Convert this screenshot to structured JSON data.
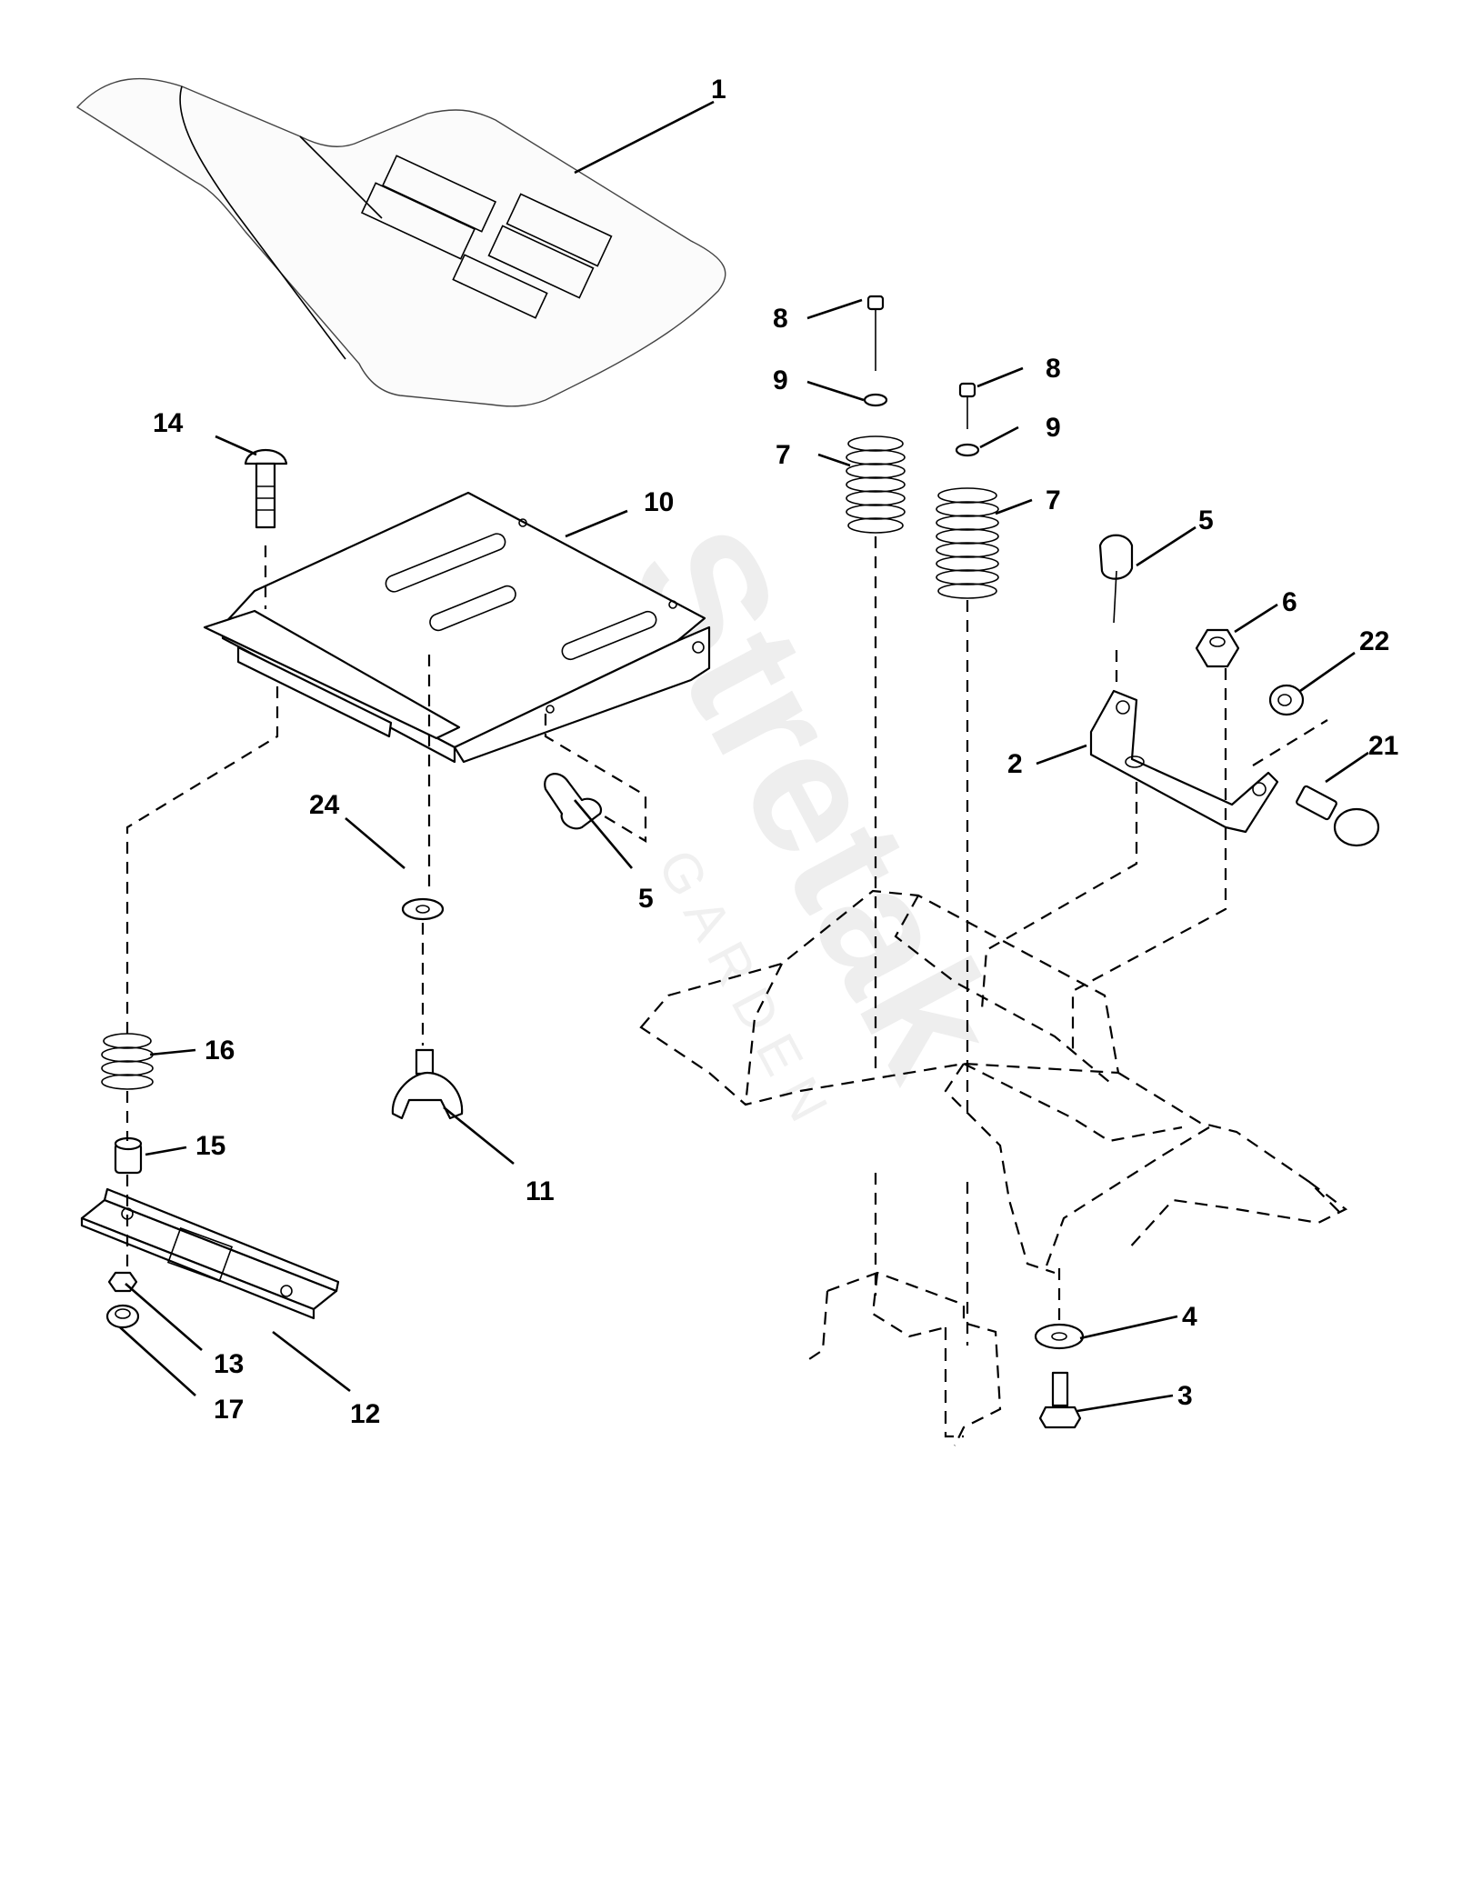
{
  "watermark": {
    "brand": "Stretak",
    "sub": "GARDEN"
  },
  "callouts": [
    {
      "id": "c1",
      "label": "1"
    },
    {
      "id": "c2",
      "label": "2"
    },
    {
      "id": "c3",
      "label": "3"
    },
    {
      "id": "c4",
      "label": "4"
    },
    {
      "id": "c5a",
      "label": "5"
    },
    {
      "id": "c5b",
      "label": "5"
    },
    {
      "id": "c6",
      "label": "6"
    },
    {
      "id": "c7a",
      "label": "7"
    },
    {
      "id": "c7b",
      "label": "7"
    },
    {
      "id": "c8a",
      "label": "8"
    },
    {
      "id": "c8b",
      "label": "8"
    },
    {
      "id": "c9a",
      "label": "9"
    },
    {
      "id": "c9b",
      "label": "9"
    },
    {
      "id": "c10",
      "label": "10"
    },
    {
      "id": "c11",
      "label": "11"
    },
    {
      "id": "c12",
      "label": "12"
    },
    {
      "id": "c13",
      "label": "13"
    },
    {
      "id": "c14",
      "label": "14"
    },
    {
      "id": "c15",
      "label": "15"
    },
    {
      "id": "c16",
      "label": "16"
    },
    {
      "id": "c17",
      "label": "17"
    },
    {
      "id": "c21",
      "label": "21"
    },
    {
      "id": "c22",
      "label": "22"
    },
    {
      "id": "c24",
      "label": "24"
    }
  ]
}
